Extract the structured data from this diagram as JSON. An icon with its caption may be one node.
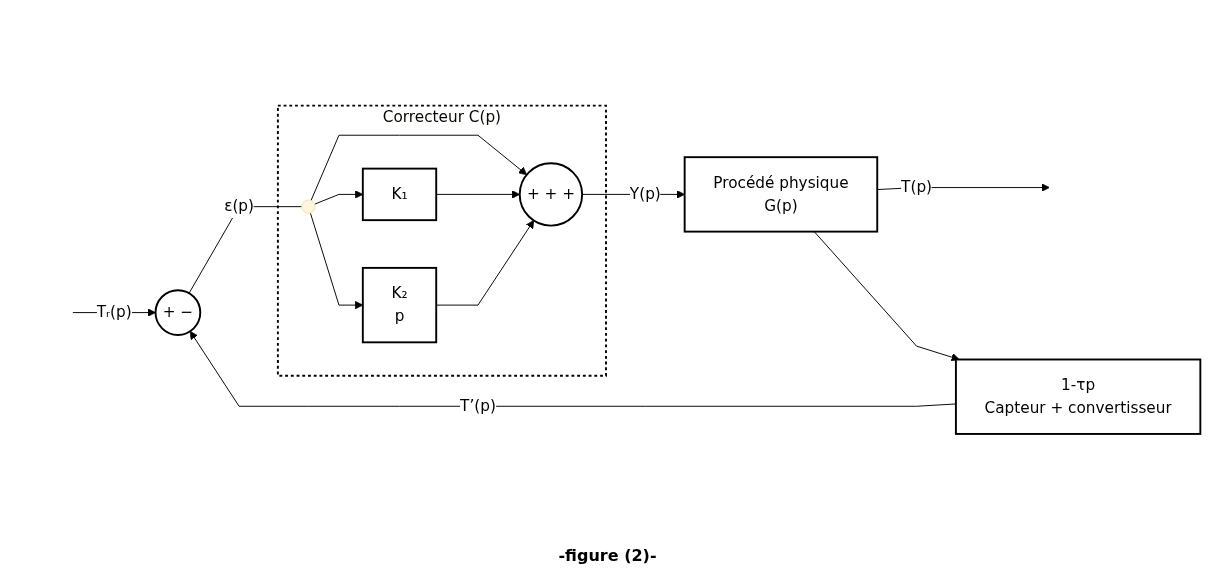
{
  "diagram": {
    "caption": "-figure (2)-",
    "nodes": [
      {
        "text": [
          "Correcteur C(p)"
        ]
      },
      {
        "text": [
          "+",
          "−"
        ]
      },
      {
        "text": [],
        "shape": "circle",
        "in": 0
      },
      {
        "text": [
          "K₁"
        ],
        "in": 0
      },
      {
        "text": [
          "K₂",
          "p"
        ],
        "in": 0
      },
      {
        "text": [
          "+",
          "+",
          "+"
        ],
        "in": 0
      },
      {
        "text": [
          "Procédé physique",
          "G(p)"
        ]
      },
      {
        "text": [
          "1-τp",
          "Capteur + convertisseur"
        ]
      }
    ],
    "edges": [
      {
        "from": null,
        "to": 1,
        "arrow": "to",
        "label": "Tᵣ(p)"
      },
      {
        "from": 1,
        "to": 2,
        "arrow": "none",
        "label": "ε(p)"
      },
      {
        "from": 2,
        "to": 3,
        "arrow": "to"
      },
      {
        "from": 2,
        "to": 4,
        "arrow": "to"
      },
      {
        "from": 2,
        "to": 5,
        "arrow": "to"
      },
      {
        "from": 3,
        "to": 5,
        "arrow": "to"
      },
      {
        "from": 4,
        "to": 5,
        "arrow": "to"
      },
      {
        "from": 5,
        "to": 6,
        "arrow": "to",
        "label": "Y(p)"
      },
      {
        "from": 6,
        "to": null,
        "arrow": "to",
        "label": "T(p)"
      },
      {
        "from": 6,
        "to": 7,
        "arrow": "to"
      },
      {
        "from": 7,
        "to": 1,
        "arrow": "to",
        "label": "T’(p)"
      }
    ]
  }
}
